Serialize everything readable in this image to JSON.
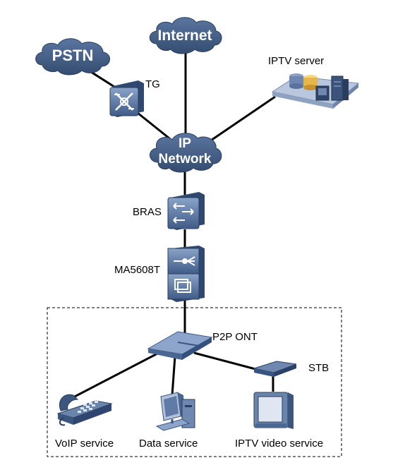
{
  "clouds": {
    "pstn": "PSTN",
    "internet": "Internet",
    "ip_network_line1": "IP",
    "ip_network_line2": "Network"
  },
  "labels": {
    "tg": "TG",
    "iptv_server": "IPTV server",
    "bras": "BRAS",
    "olt": "MA5608T",
    "ont": "P2P ONT",
    "stb": "STB",
    "voip": "VoIP service",
    "data": "Data service",
    "iptv_video": "IPTV video service"
  },
  "colors": {
    "cloud_fill": "#3f5a80",
    "device_fill": "#4a6a96",
    "device_light": "#7d97bd",
    "link": "#000000"
  }
}
